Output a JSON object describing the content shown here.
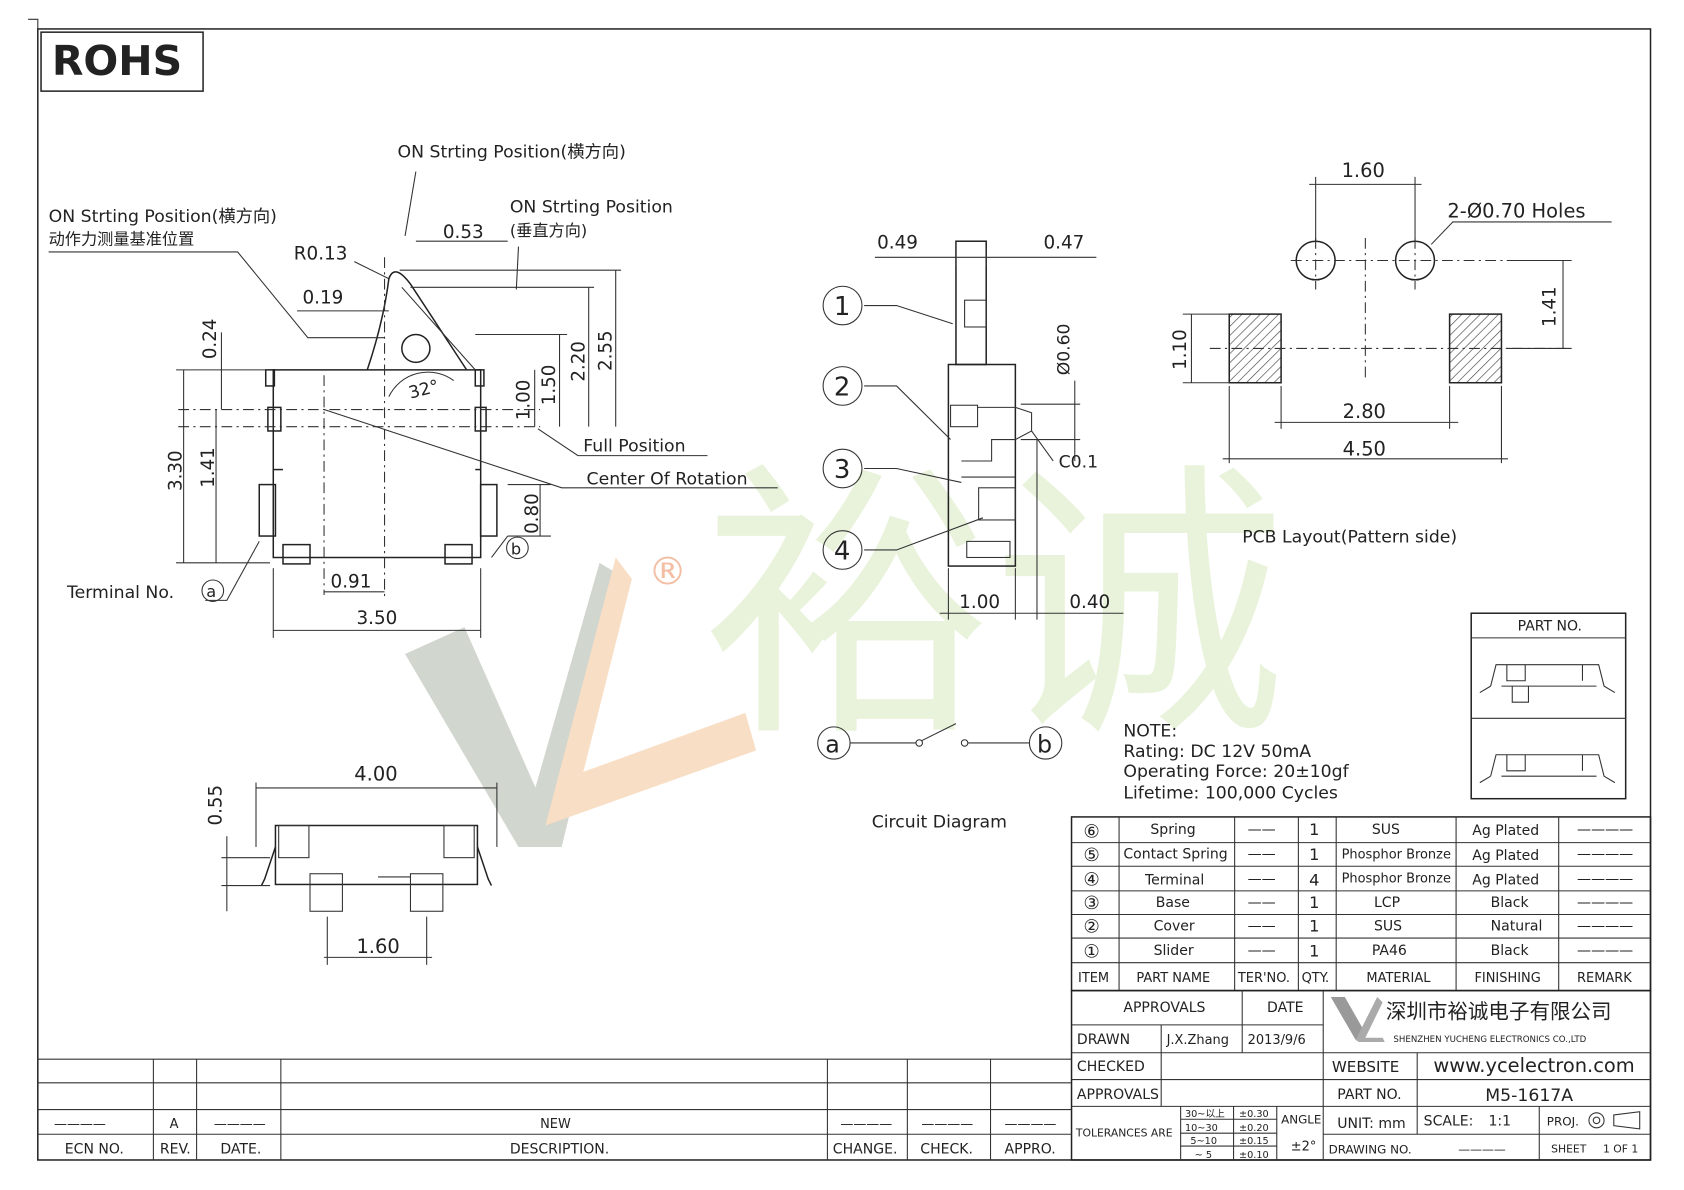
{
  "rohs": "ROHS",
  "labels": {
    "on_string_top": "ON  Strting  Position(横方向)",
    "on_string_left": "ON  Strting  Position(横方向)",
    "on_string_left_cn": "动作力测量基准位置",
    "on_string_right_1": "ON  Strting  Position",
    "on_string_right_2": "(垂直方向)",
    "full_position": "Full  Position",
    "center_rotation": "Center  Of  Rotation",
    "terminal_no": "Terminal  No.",
    "terminal_a": "a",
    "terminal_b": "b",
    "pcb_layout": "PCB  Layout(Pattern  side)",
    "holes": "2-Ø0.70  Holes",
    "circuit_diagram": "Circuit  Diagram",
    "circuit_a": "a",
    "circuit_b": "b",
    "c01": "C0.1",
    "phi060": "Ø0.60"
  },
  "dims": {
    "r013": "R0.13",
    "d053": "0.53",
    "d019": "0.19",
    "d024": "0.24",
    "d330": "3.30",
    "d141": "1.41",
    "d100": "1.00",
    "d150": "1.50",
    "d220": "2.20",
    "d255": "2.55",
    "angle": "32°",
    "d080": "0.80",
    "d091": "0.91",
    "d350": "3.50",
    "d049": "0.49",
    "d047": "0.47",
    "d100b": "1.00",
    "d040": "0.40",
    "d160": "1.60",
    "d141b": "1.41",
    "d110": "1.10",
    "d280": "2.80",
    "d450": "4.50",
    "d400": "4.00",
    "d055": "0.55",
    "d160b": "1.60"
  },
  "callouts": [
    "1",
    "2",
    "3",
    "4"
  ],
  "note": {
    "title": "NOTE:",
    "rating": "Rating:  DC  12V  50mA",
    "force": "Operating  Force:  20±10gf",
    "life": "Lifetime:    100,000  Cycles"
  },
  "part_no_box": {
    "title": "PART  NO."
  },
  "watermark": {
    "reg": "®",
    "cn": "裕诚"
  },
  "bom": {
    "headers": [
      "ITEM",
      "PART  NAME",
      "TER'NO.",
      "QTY.",
      "MATERIAL",
      "FINISHING",
      "REMARK"
    ],
    "rows": [
      {
        "item": "⑥",
        "name": "Spring",
        "ter": "——",
        "qty": "1",
        "material": "SUS",
        "finish": "Ag  Plated",
        "remark": "————"
      },
      {
        "item": "⑤",
        "name": "Contact  Spring",
        "ter": "——",
        "qty": "1",
        "material": "Phosphor  Bronze",
        "finish": "Ag  Plated",
        "remark": "————"
      },
      {
        "item": "④",
        "name": "Terminal",
        "ter": "——",
        "qty": "4",
        "material": "Phosphor  Bronze",
        "finish": "Ag  Plated",
        "remark": "————"
      },
      {
        "item": "③",
        "name": "Base",
        "ter": "——",
        "qty": "1",
        "material": "LCP",
        "finish": "Black",
        "remark": "————"
      },
      {
        "item": "②",
        "name": "Cover",
        "ter": "——",
        "qty": "1",
        "material": "SUS",
        "finish": "Natural",
        "remark": "————"
      },
      {
        "item": "①",
        "name": "Slider",
        "ter": "——",
        "qty": "1",
        "material": "PA46",
        "finish": "Black",
        "remark": "————"
      }
    ]
  },
  "title_block": {
    "approvals": "APPROVALS",
    "date": "DATE",
    "drawn": "DRAWN",
    "drawn_name": "J.X.Zhang",
    "drawn_date": "2013/9/6",
    "checked": "CHECKED",
    "approvals2": "APPROVALS",
    "company_cn": "深圳市裕诚电子有限公司",
    "company_en": "SHENZHEN  YUCHENG  ELECTRONICS  CO.,LTD",
    "website_label": "WEBSITE",
    "website": "www.ycelectron.com",
    "partno_label": "PART  NO.",
    "partno": "M5-1617A",
    "tolerances": "TOLERANCES  ARE",
    "tol_r1a": "30~以上",
    "tol_r1b": "±0.30",
    "tol_r2a": "10~30",
    "tol_r2b": "±0.20",
    "tol_r3a": "5~10",
    "tol_r3b": "±0.15",
    "tol_r4a": "~ 5",
    "tol_r4b": "±0.10",
    "angle_label": "ANGLE",
    "angle_val": "±2°",
    "unit": "UNIT:  mm",
    "scale": "SCALE:",
    "scale_val": "1:1",
    "proj": "PROJ.",
    "drawing_no": "DRAWING  NO.",
    "drawing_no_val": "————",
    "sheet": "SHEET",
    "sheet_val": "1  OF  1"
  },
  "revision": {
    "ecn_val": "————",
    "rev_val": "A",
    "date_val": "————",
    "desc_val": "NEW",
    "change_val": "————",
    "check_val": "————",
    "appro_val": "————",
    "ecn": "ECN  NO.",
    "rev": "REV.",
    "date": "DATE.",
    "desc": "DESCRIPTION.",
    "change": "CHANGE.",
    "check": "CHECK.",
    "appro": "APPRO."
  }
}
